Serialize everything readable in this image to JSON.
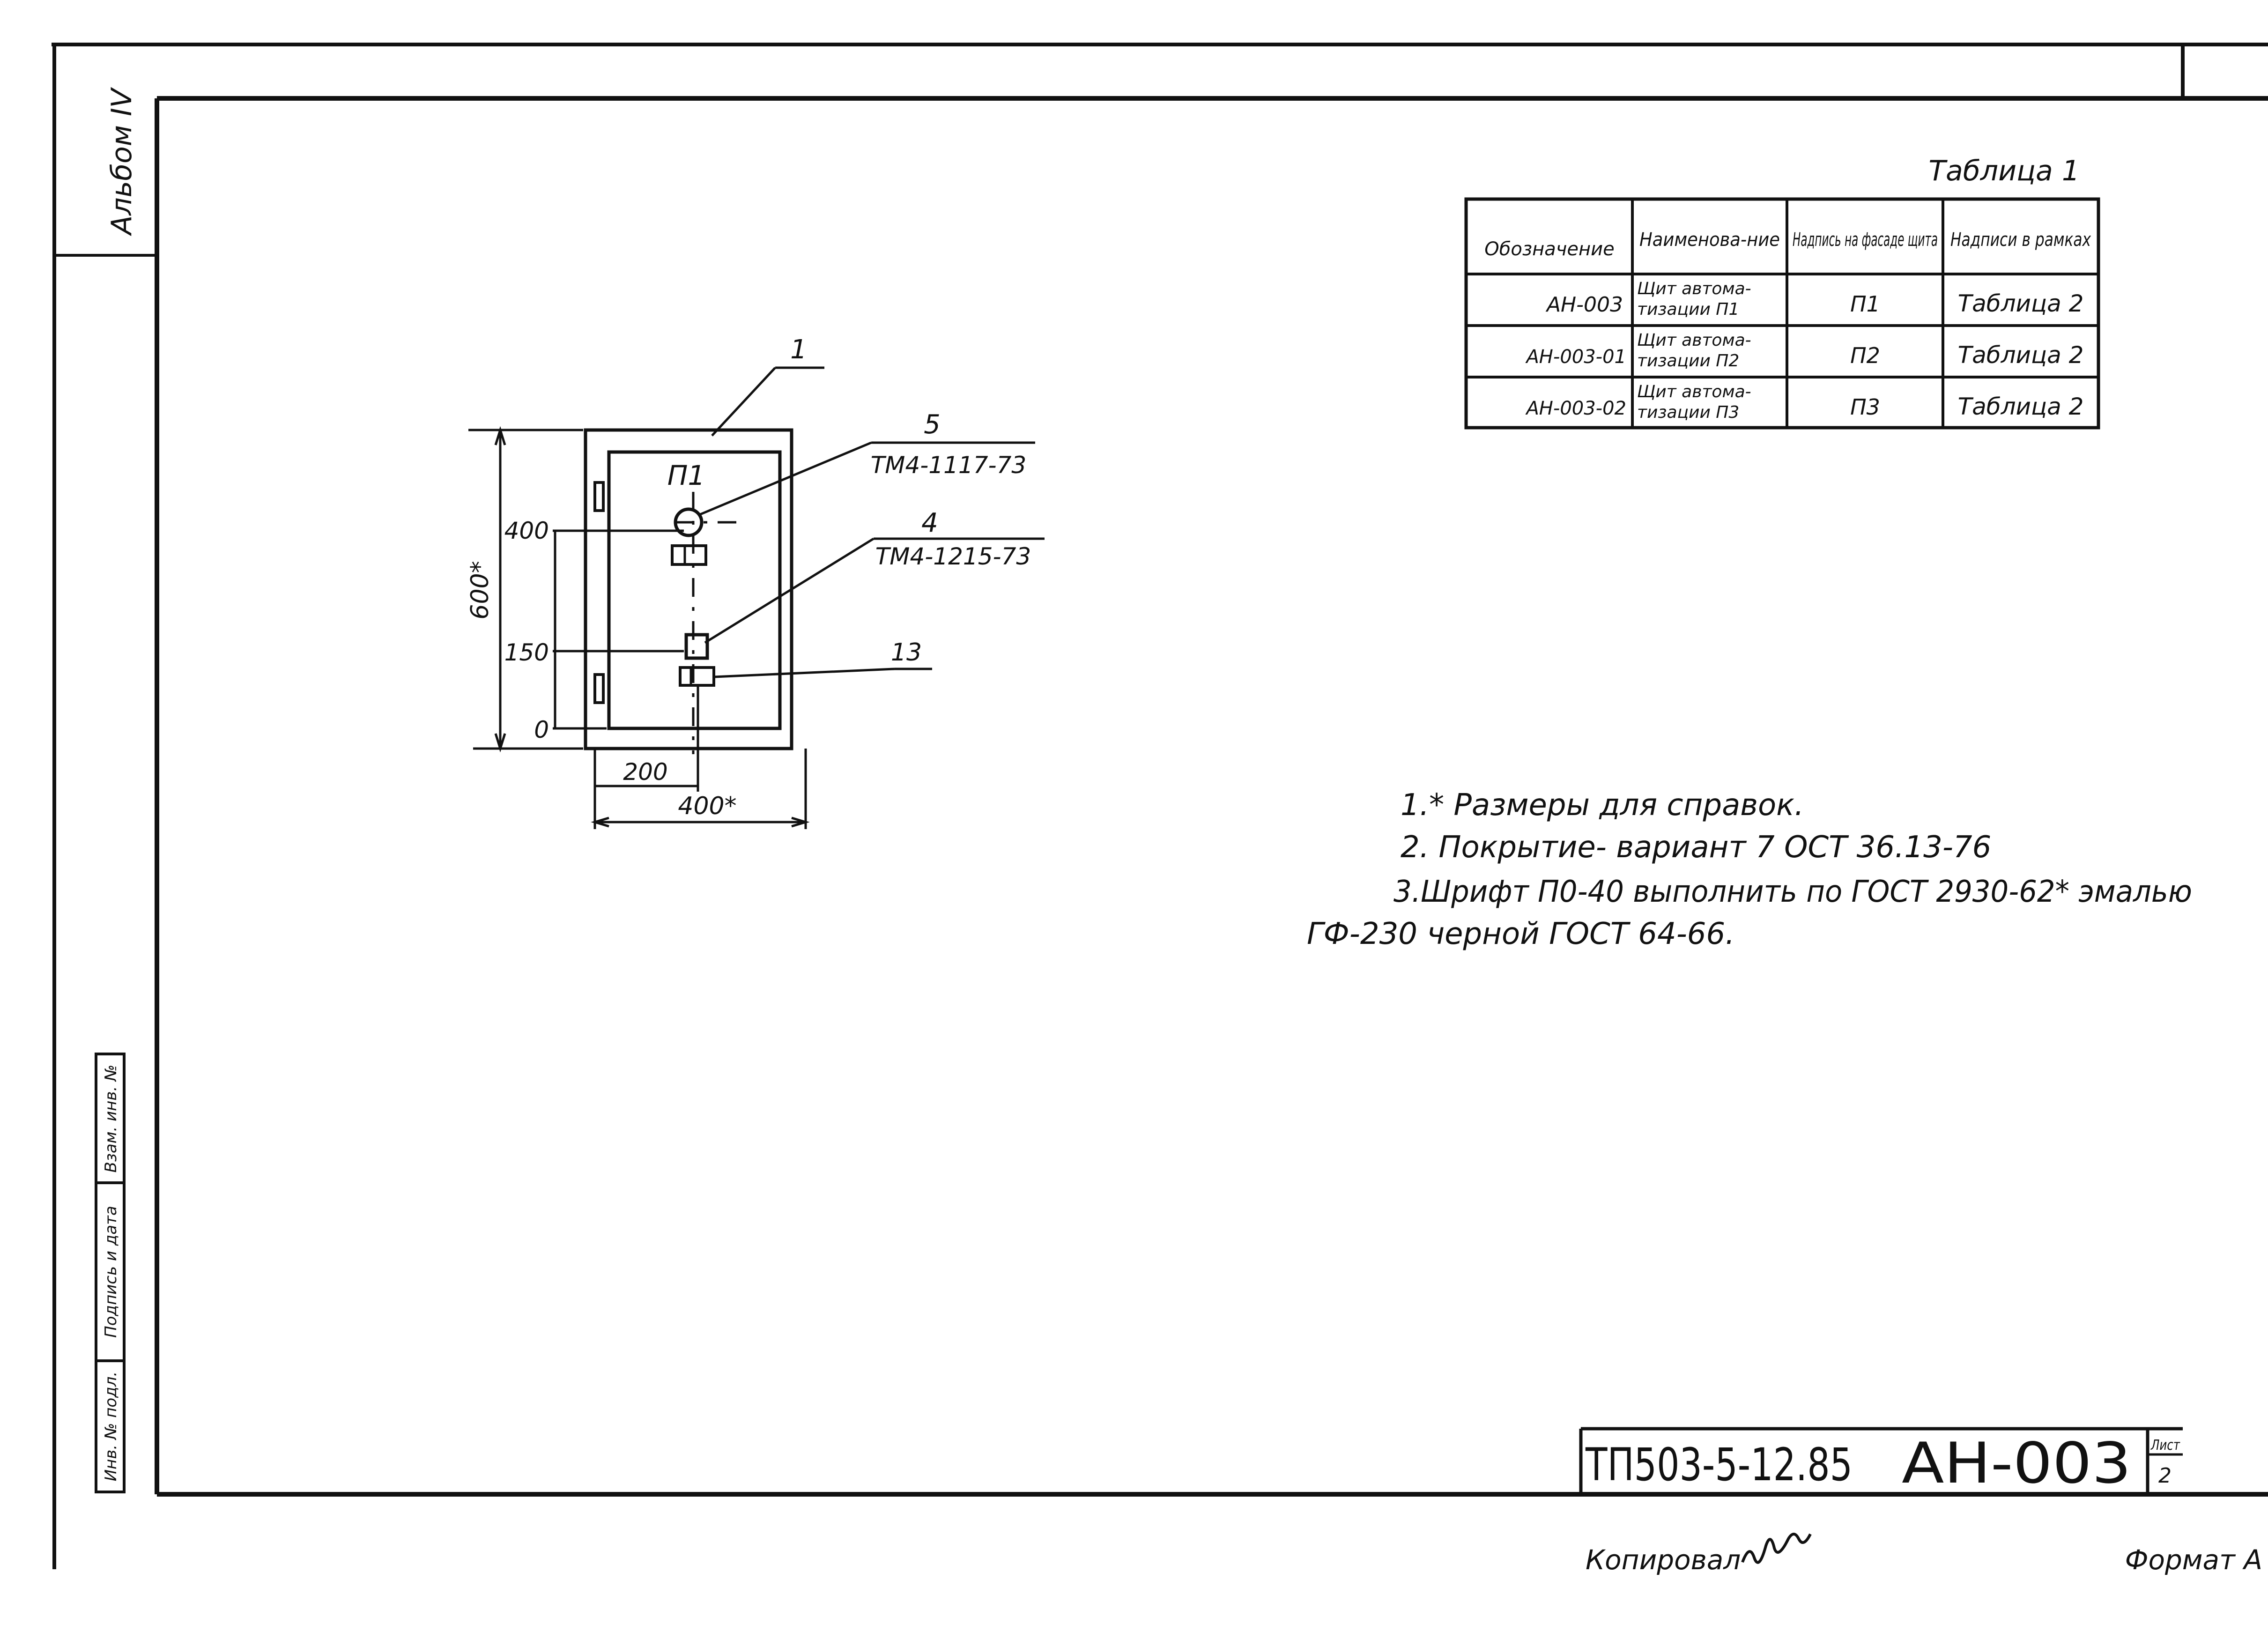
{
  "side_strip": {
    "album_label": "Альбом IV",
    "stamp_cells": [
      "Инв. № подл.",
      "Подпись и дата",
      "Взам. инв. №"
    ]
  },
  "table1": {
    "caption": "Таблица 1",
    "headers": [
      "Обозначение",
      "Наименова-ние",
      "Надпись на фасаде щита",
      "Надписи в рамках"
    ],
    "rows": [
      {
        "designation": "АН-003",
        "name_line1": "Щит автома-",
        "name_line2": "тизации П1",
        "facade": "П1",
        "frames": "Таблица 2"
      },
      {
        "designation": "АН-003-01",
        "name_line1": "Щит автома-",
        "name_line2": "тизации П2",
        "facade": "П2",
        "frames": "Таблица 2"
      },
      {
        "designation": "АН-003-02",
        "name_line1": "Щит автома-",
        "name_line2": "тизации П3",
        "facade": "П3",
        "frames": "Таблица 2"
      }
    ]
  },
  "drawing": {
    "panel_label": "П1",
    "dim_height": "600*",
    "dim_width": "400*",
    "dim_200": "200",
    "level_400": "400",
    "level_150": "150",
    "level_0": "0",
    "callout_1": "1",
    "callout_5": "5",
    "callout_5_ref": "ТМ4-1117-73",
    "callout_4": "4",
    "callout_4_ref": "ТМ4-1215-73",
    "callout_13": "13"
  },
  "notes": [
    "1.* Размеры для справок.",
    "2. Покрытие- вариант 7 ОСТ 36.13-76",
    "3.Шрифт П0-40 выполнить по ГОСТ 2930-62* эмалью",
    "ГФ-230 черной ГОСТ 64-66."
  ],
  "title_block": {
    "project_code": "ТП503-5-12.85",
    "doc_code": "АН-003",
    "sheet_label": "Лист",
    "sheet_number": "2"
  },
  "footer": {
    "copied_label": "Копировал",
    "format_label": "Формат А"
  }
}
